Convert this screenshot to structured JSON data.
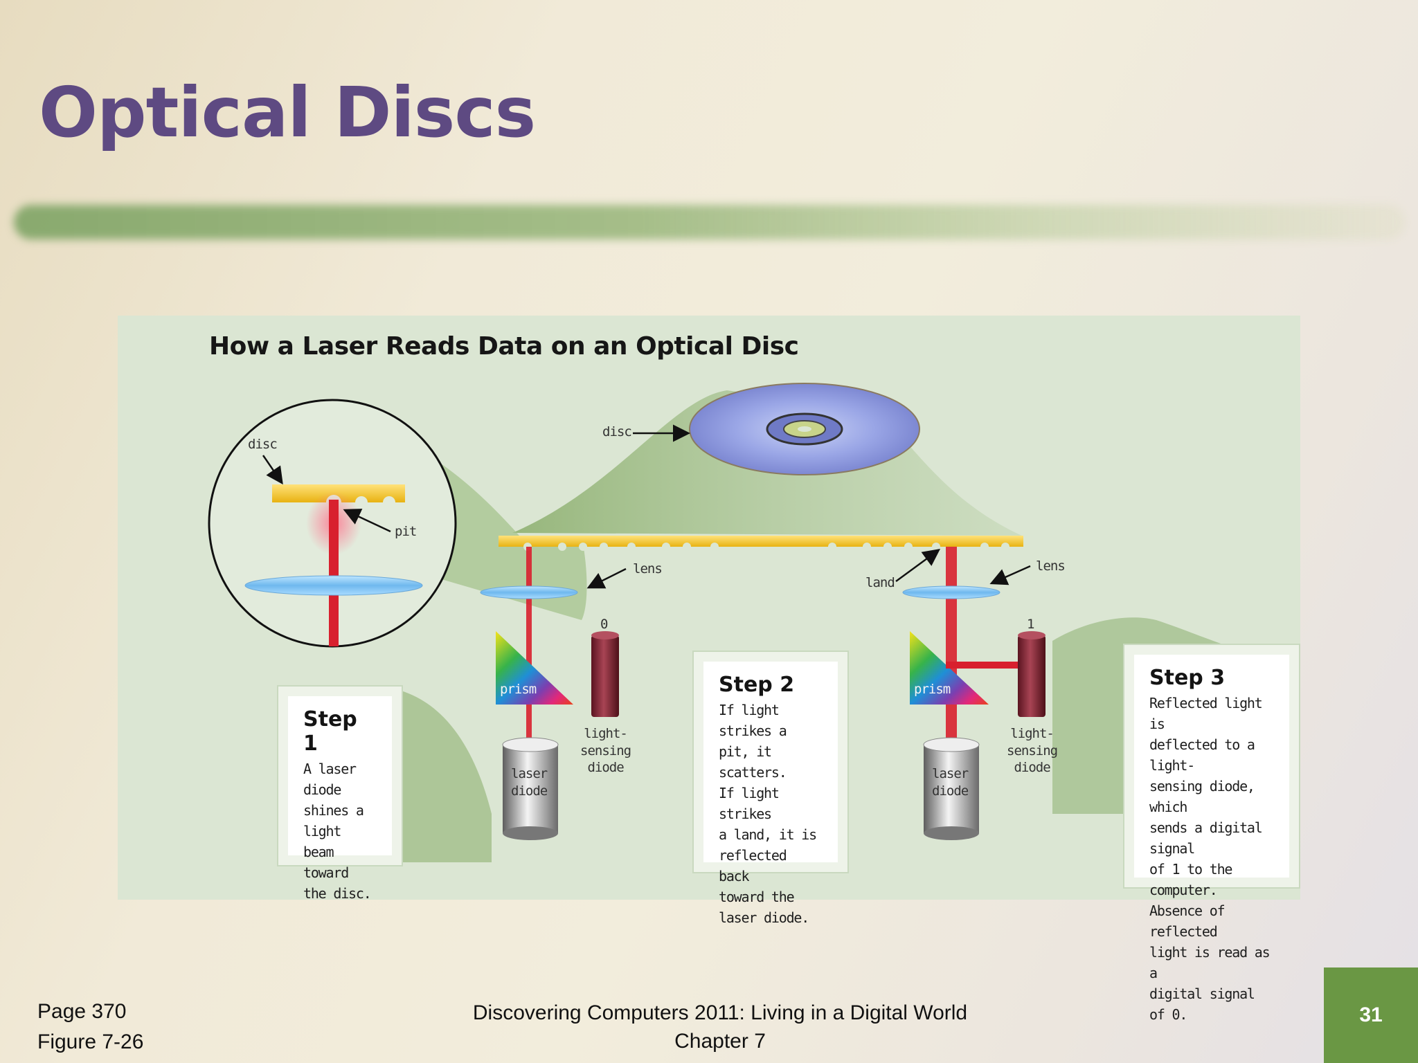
{
  "slide": {
    "title": "Optical Discs"
  },
  "figure": {
    "title": "How a Laser Reads Data on an Optical Disc",
    "labels": {
      "disc_top": "disc",
      "disc_zoom": "disc",
      "pit": "pit",
      "lens_left": "lens",
      "lens_right": "lens",
      "land": "land",
      "prism_left": "prism",
      "prism_right": "prism",
      "bit_zero": "0",
      "bit_one": "1",
      "sensor_left": "light-\nsensing\ndiode",
      "sensor_right": "light-\nsensing\ndiode",
      "laser_left": "laser\ndiode",
      "laser_right": "laser\ndiode"
    },
    "steps": [
      {
        "heading": "Step 1",
        "text": "A laser diode\nshines a light\nbeam toward\nthe disc."
      },
      {
        "heading": "Step 2",
        "text": "If light strikes a\npit, it scatters.\nIf light strikes\na land, it is\nreflected back\ntoward the\nlaser diode."
      },
      {
        "heading": "Step 3",
        "text": "Reflected light is\ndeflected to a light-\nsensing diode, which\nsends a digital signal\nof 1 to the computer.\nAbsence of reflected\nlight is read as a\ndigital signal of 0."
      }
    ]
  },
  "footer": {
    "page": "Page 370",
    "figure_ref": "Figure 7-26",
    "book": "Discovering Computers 2011: Living in a Digital World",
    "chapter": "Chapter 7",
    "slide_number": "31"
  },
  "colors": {
    "title": "#5e4a82",
    "accent_green": "#6a9744",
    "laser_red": "#d8202e",
    "disc_gold": "#f2c21d"
  }
}
